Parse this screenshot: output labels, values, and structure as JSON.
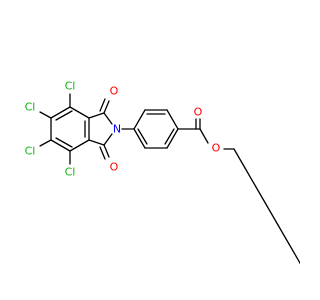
{
  "atoms": [
    {
      "id": "cl1",
      "symbol": "Cl",
      "color": "#0eb70e"
    },
    {
      "id": "cl2",
      "symbol": "Cl",
      "color": "#0eb70e"
    },
    {
      "id": "cl3",
      "symbol": "Cl",
      "color": "#0eb70e"
    },
    {
      "id": "cl4",
      "symbol": "Cl",
      "color": "#0eb70e"
    },
    {
      "id": "o_imide_top",
      "symbol": "O",
      "color": "#ff0000"
    },
    {
      "id": "o_imide_bottom",
      "symbol": "O",
      "color": "#ff0000"
    },
    {
      "id": "n_imide",
      "symbol": "N",
      "color": "#0000ff"
    },
    {
      "id": "o_carbonyl",
      "symbol": "O",
      "color": "#ff0000"
    },
    {
      "id": "o_ester",
      "symbol": "O",
      "color": "#ff0000"
    }
  ]
}
